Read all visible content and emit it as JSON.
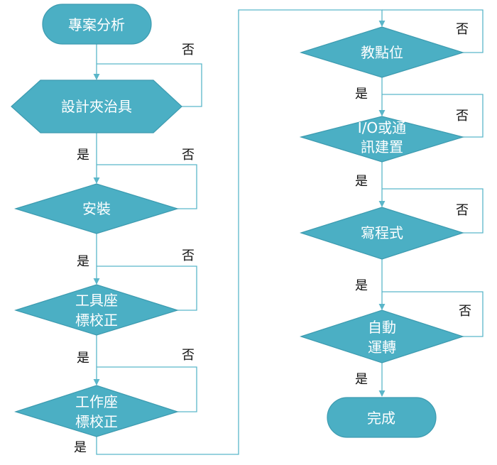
{
  "colors": {
    "node_fill": "#4bafc4",
    "node_stroke": "#3d9bb0",
    "connector": "#5ab6c9",
    "label_text": "#111111",
    "node_text": "#ffffff"
  },
  "nodes": {
    "start": {
      "lines": [
        "專案分析"
      ]
    },
    "fixture": {
      "lines": [
        "設計夾治具"
      ]
    },
    "install": {
      "lines": [
        "安裝"
      ]
    },
    "tool_calib": {
      "lines": [
        "工具座",
        "標校正"
      ]
    },
    "work_calib": {
      "lines": [
        "工作座",
        "標校正"
      ]
    },
    "teach": {
      "lines": [
        "教點位"
      ]
    },
    "io_comm": {
      "lines": [
        "I/O或通",
        "訊建置"
      ]
    },
    "program": {
      "lines": [
        "寫程式"
      ]
    },
    "auto_run": {
      "lines": [
        "自動",
        "運轉"
      ]
    },
    "end": {
      "lines": [
        "完成"
      ]
    }
  },
  "labels": {
    "yes": "是",
    "no": "否"
  }
}
